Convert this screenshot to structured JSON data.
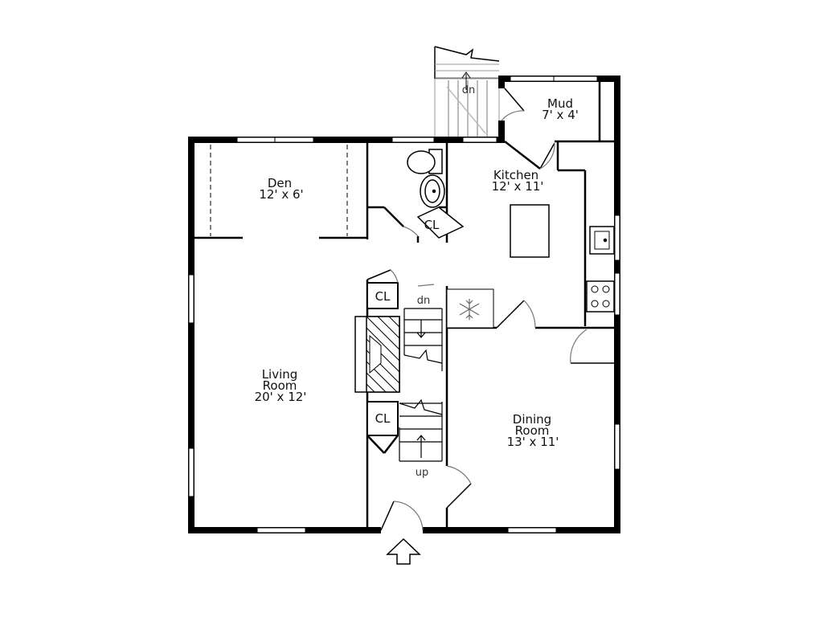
{
  "rooms": {
    "den": {
      "name": "Den",
      "size": "12' x 6'"
    },
    "kitchen": {
      "name": "Kitchen",
      "size": "12' x 11'"
    },
    "mud": {
      "name": "Mud",
      "size": "7' x 4'"
    },
    "living": {
      "name1": "Living",
      "name2": "Room",
      "size": "20' x 12'"
    },
    "dining": {
      "name1": "Dining",
      "name2": "Room",
      "size": "13' x 11'"
    }
  },
  "closets": {
    "bath": "CL",
    "hall_upper": "CL",
    "hall_lower": "CL"
  },
  "stairs": {
    "rear_down": "dn",
    "main_down": "dn",
    "main_up": "up"
  },
  "icons": {
    "entry": "entry-arrow-icon",
    "fridge": "snowflake-icon"
  }
}
